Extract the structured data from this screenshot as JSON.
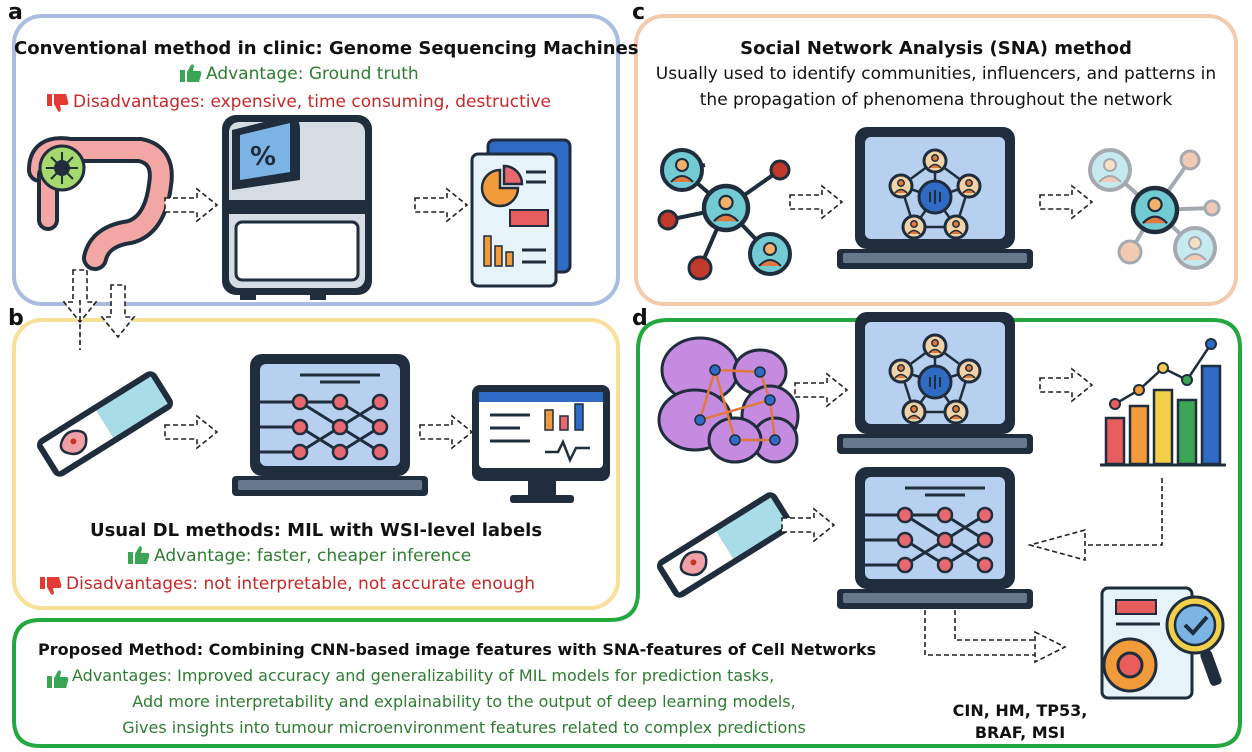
{
  "panels": {
    "a": {
      "label": "a",
      "title": "Conventional method in clinic: Genome Sequencing Machines",
      "advantage": "Advantage: Ground truth",
      "disadvantages": "Disadvantages: expensive, time consuming, destructive",
      "border_color": "#a9bde0"
    },
    "b": {
      "label": "b",
      "title": "Usual DL methods: MIL with WSI-level labels",
      "advantage": "Advantage: faster, cheaper inference",
      "disadvantages": "Disadvantages: not interpretable, not accurate enough",
      "border_color": "#f7df98"
    },
    "c": {
      "label": "c",
      "title": "Social Network Analysis (SNA) method",
      "line1": "Usually used to identify communities, influencers, and patterns in",
      "line2": "the propagation of phenomena throughout the network",
      "border_color": "#f5c9ac"
    },
    "d": {
      "label": "d",
      "title": "Proposed Method: Combining CNN-based image features with SNA-features of Cell Networks",
      "advantages_1": "Advantages: Improved accuracy and generalizability of MIL models for prediction tasks,",
      "advantages_2": "Add more interpretability and explainability to the output of deep learning models,",
      "advantages_3": "Gives insights into tumour microenvironment features related to complex predictions",
      "border_color": "#22a83e",
      "results_line1": "CIN, HM, TP53,",
      "results_line2": "BRAF, MSI"
    }
  },
  "icons": [
    "colon-icon",
    "sequencer-icon",
    "report-icon",
    "slide-icon",
    "laptop-neural-icon",
    "monitor-icon",
    "social-network-icon",
    "laptop-network-icon",
    "faded-network-icon",
    "cell-network-icon",
    "bar-chart-icon",
    "gear-check-icon",
    "thumbs-up-icon",
    "thumbs-down-icon"
  ],
  "colors": {
    "advantage": "#2e7d32",
    "disadvantage": "#c62828",
    "icon_dark": "#1f2d3d",
    "screen": "#b8d0f0"
  }
}
